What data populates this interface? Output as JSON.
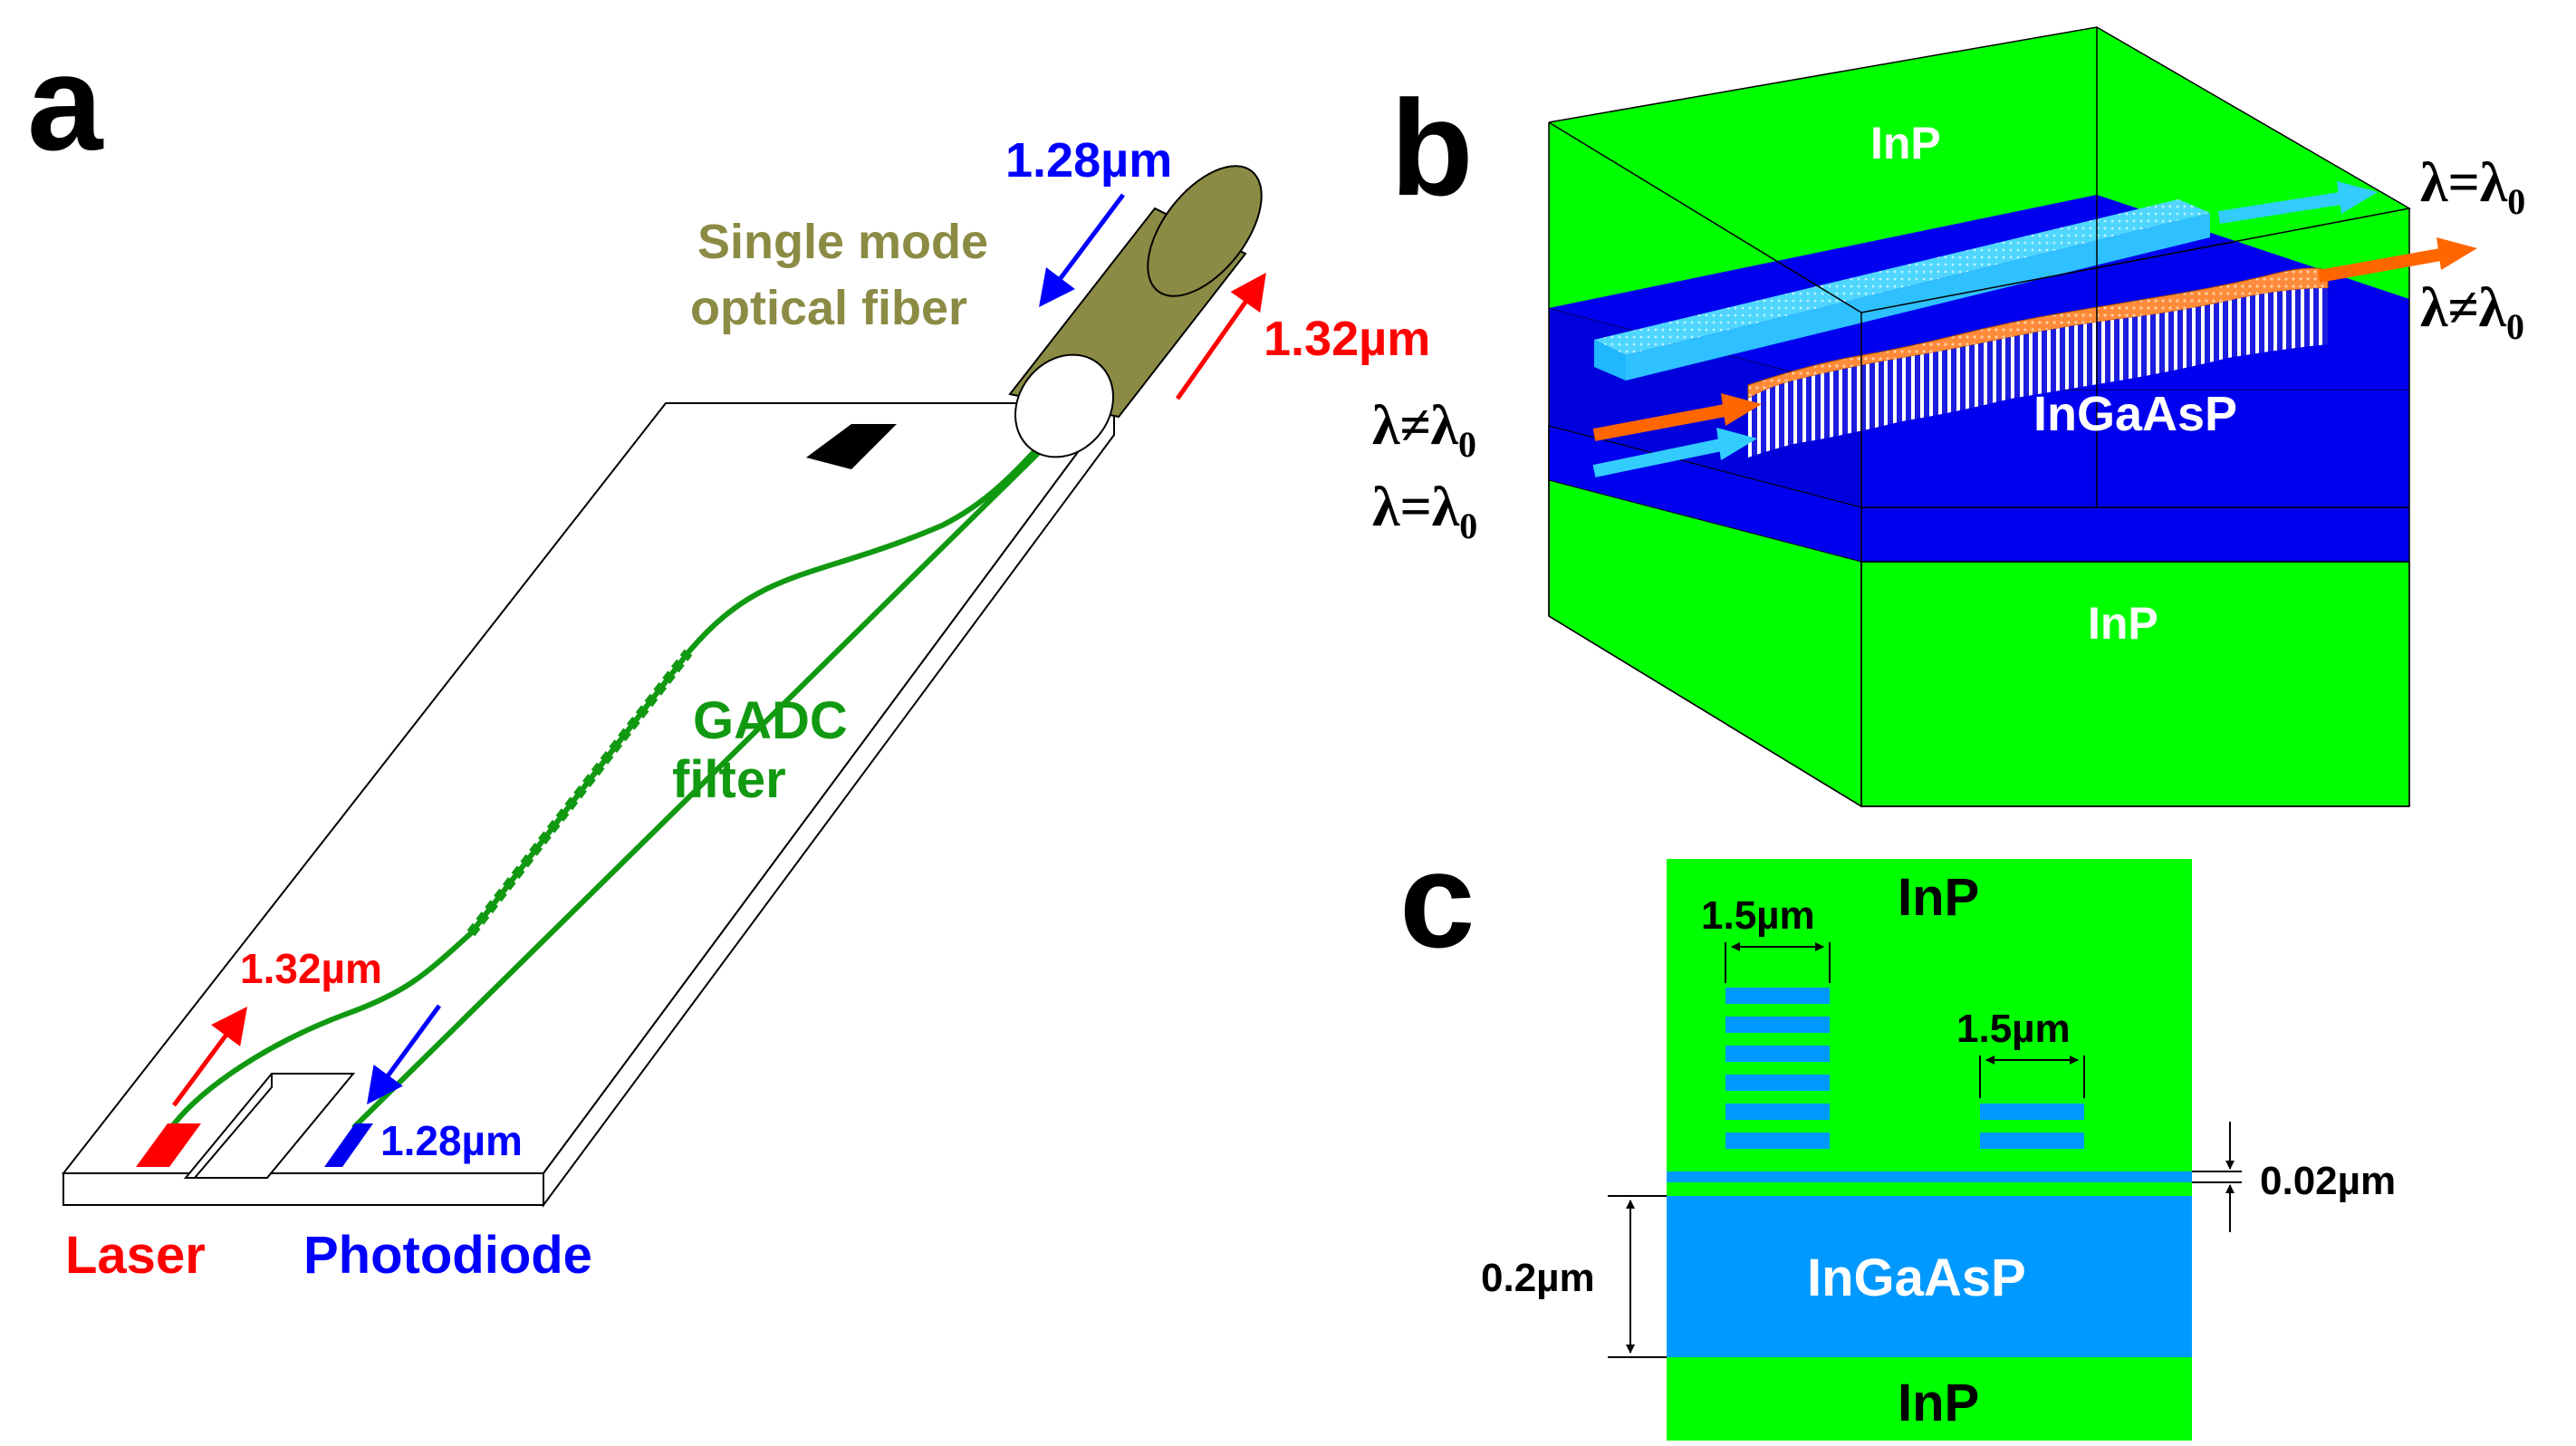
{
  "colors": {
    "green": "#00ff00",
    "blue_dark": "#0000ee",
    "blue_light": "#0099ff",
    "cyan": "#33ccff",
    "orange": "#ff6600",
    "olive": "#8b8b45",
    "waveguide_green": "#119911",
    "red": "#ff0000",
    "blue_text": "#0000ff",
    "dim_line": "#000000"
  },
  "panel_a": {
    "label": "a",
    "fiber_label_1": "Single mode",
    "fiber_label_2": "optical fiber",
    "in_wavelength_top": "1.28µm",
    "out_wavelength_top": "1.32µm",
    "filter_label_1": "GADC",
    "filter_label_2": "filter",
    "laser_wavelength": "1.32µm",
    "pd_wavelength": "1.28µm",
    "laser_label": "Laser",
    "photodiode_label": "Photodiode"
  },
  "panel_b": {
    "label": "b",
    "top_layer": "InP",
    "core_layer": "InGaAsP",
    "bottom_layer": "InP",
    "out_eq": "λ=λ",
    "out_eq_sub": "0",
    "out_neq": "λ≠λ",
    "out_neq_sub": "0",
    "in_neq": "λ≠λ",
    "in_neq_sub": "0",
    "in_eq": "λ=λ",
    "in_eq_sub": "0"
  },
  "panel_c": {
    "label": "c",
    "top_layer": "InP",
    "core_layer": "InGaAsP",
    "bottom_layer": "InP",
    "grating_width_left": "1.5µm",
    "grating_width_right": "1.5µm",
    "thin_layer": "0.02µm",
    "core_thickness": "0.2µm"
  }
}
